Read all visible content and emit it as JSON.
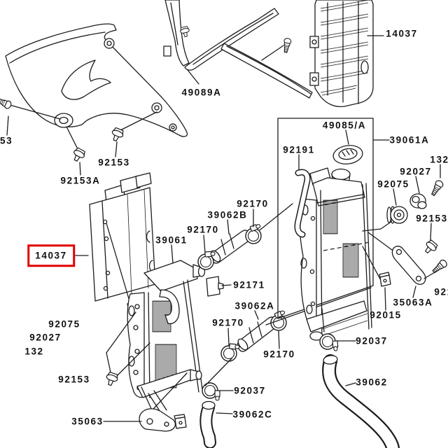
{
  "diagram": {
    "type": "exploded-parts-diagram",
    "subject": "radiator-and-shroud-assembly",
    "background_color": "#ffffff",
    "line_color": "#1c1c1c",
    "highlight_color": "#e00000",
    "highlighted_part_number": "14037",
    "labels": [
      {
        "text": "14037"
      },
      {
        "text": "49089A"
      },
      {
        "text": "53"
      },
      {
        "text": "92153"
      },
      {
        "text": "92153A"
      },
      {
        "text": "49085/A"
      },
      {
        "text": "39061A"
      },
      {
        "text": "92191"
      },
      {
        "text": "132"
      },
      {
        "text": "92027"
      },
      {
        "text": "92075"
      },
      {
        "text": "92153"
      },
      {
        "text": "92170"
      },
      {
        "text": "39062B"
      },
      {
        "text": "92170"
      },
      {
        "text": "14037"
      },
      {
        "text": "39061"
      },
      {
        "text": "92171"
      },
      {
        "text": "39062A"
      },
      {
        "text": "92075"
      },
      {
        "text": "92027"
      },
      {
        "text": "92170"
      },
      {
        "text": "132"
      },
      {
        "text": "92170"
      },
      {
        "text": "92153"
      },
      {
        "text": "35063A"
      },
      {
        "text": "92015"
      },
      {
        "text": "921"
      },
      {
        "text": "92037"
      },
      {
        "text": "39062"
      },
      {
        "text": "92037"
      },
      {
        "text": "39062C"
      },
      {
        "text": "35063"
      }
    ]
  }
}
